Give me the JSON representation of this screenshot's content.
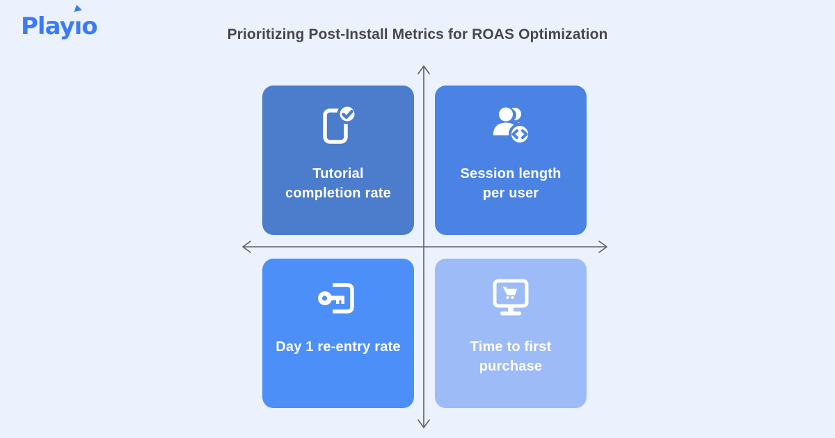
{
  "brand": {
    "name": "Playio",
    "text_play": "Play",
    "text_i": "ı",
    "text_o": "o",
    "color": "#3c7bf6"
  },
  "title": "Prioritizing Post-Install Metrics for ROAS Optimization",
  "quadrants": [
    {
      "position": "top-left",
      "label": "Tutorial completion rate",
      "lines": [
        "Tutorial",
        "completion rate"
      ],
      "icon": "phone-check-icon",
      "color": "#4c7ccc"
    },
    {
      "position": "top-right",
      "label": "Session length per user",
      "lines": [
        "Session length",
        "per user"
      ],
      "icon": "people-code-icon",
      "color": "#4a83e3"
    },
    {
      "position": "bottom-left",
      "label": "Day 1 re-entry rate",
      "lines": [
        "Day 1 re-entry rate"
      ],
      "icon": "key-door-icon",
      "color": "#4d8ff8"
    },
    {
      "position": "bottom-right",
      "label": "Time to first purchase",
      "lines": [
        "Time to first",
        "purchase"
      ],
      "icon": "monitor-cart-icon",
      "color": "#9dbbf7"
    }
  ],
  "colors": {
    "background": "#ebf2fd",
    "title_text": "#47474f",
    "axis": "#5a5e66",
    "card_text": "#ffffff"
  }
}
